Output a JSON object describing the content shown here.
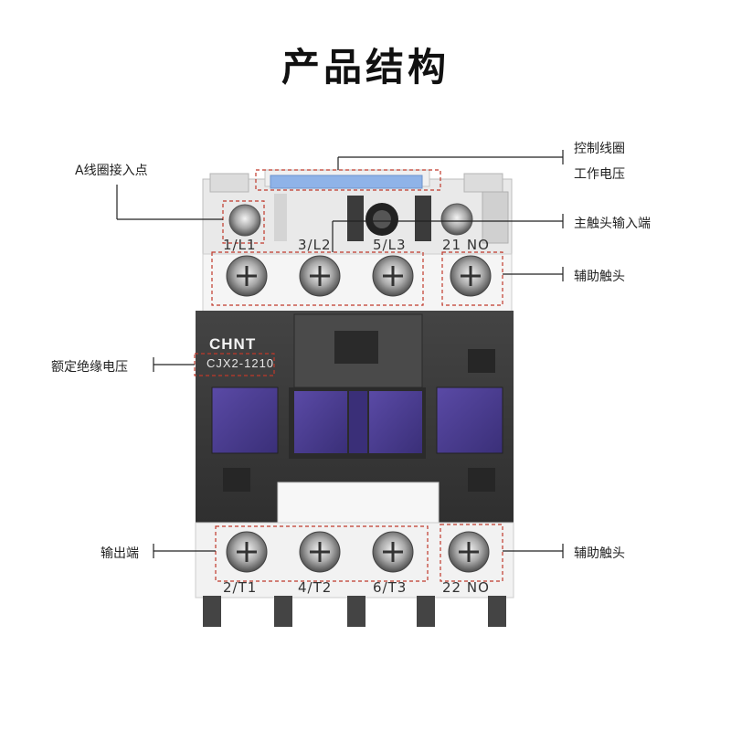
{
  "title": "产品结构",
  "device": {
    "brand": "CHNT",
    "model": "CJX2-1210",
    "top_terminals": [
      "1/L1",
      "3/L2",
      "5/L3",
      "21 NO"
    ],
    "bottom_terminals": [
      "2/T1",
      "4/T2",
      "6/T3",
      "22 NO"
    ]
  },
  "callouts": {
    "coil_point": "A线圈接入点",
    "coil_voltage_line1": "控制线圈",
    "coil_voltage_line2": "工作电压",
    "main_input": "主触头输入端",
    "aux_top": "辅助触头",
    "rated_voltage": "额定绝缘电压",
    "output": "输出端",
    "aux_bottom": "辅助触头"
  },
  "colors": {
    "callout_box": "#c0392b",
    "body_dark": "#3a3a3a",
    "window_purple": "#4b3f8f",
    "coil_blue": "#8fb3e8"
  }
}
